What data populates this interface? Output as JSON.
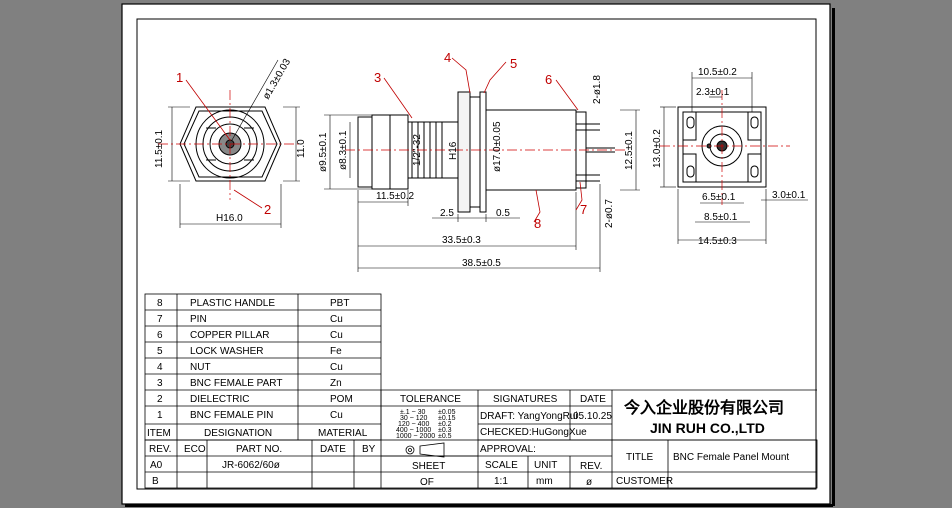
{
  "callouts": [
    {
      "num": "1"
    },
    {
      "num": "2"
    },
    {
      "num": "3"
    },
    {
      "num": "4"
    },
    {
      "num": "5"
    },
    {
      "num": "6"
    },
    {
      "num": "7"
    },
    {
      "num": "8"
    }
  ],
  "dims": {
    "d13": "ø1.3±0.03",
    "h115_left": "11.5±0.1",
    "h16_left": "H16.0",
    "d11": "11.0",
    "d95": "ø9.5±0.1",
    "d83": "ø8.3±0.1",
    "thread": "1/2\"-32",
    "h16_side": "H16",
    "d17": "ø17.0±0.05",
    "d115": "11.5±0.2",
    "d25": "2.5",
    "d05": "0.5",
    "d335": "33.5±0.3",
    "d385": "38.5±0.5",
    "pin18": "2-ø1.8",
    "pin07": "2-ø0.7",
    "d125": "12.5±0.1",
    "d105": "10.5±0.2",
    "d23": "2.3±0.1",
    "d130": "13.0±0.2",
    "d65": "6.5±0.1",
    "d85": "8.5±0.1",
    "d30": "3.0±0.1",
    "d145": "14.5±0.3"
  },
  "bom": {
    "rows": [
      {
        "item": "8",
        "desc": "PLASTIC HANDLE",
        "mat": "PBT"
      },
      {
        "item": "7",
        "desc": "PIN",
        "mat": "Cu"
      },
      {
        "item": "6",
        "desc": "COPPER PILLAR",
        "mat": "Cu"
      },
      {
        "item": "5",
        "desc": "LOCK WASHER",
        "mat": "Fe"
      },
      {
        "item": "4",
        "desc": "NUT",
        "mat": "Cu"
      },
      {
        "item": "3",
        "desc": "BNC FEMALE PART",
        "mat": "Zn"
      },
      {
        "item": "2",
        "desc": "DIELECTRIC",
        "mat": "POM"
      },
      {
        "item": "1",
        "desc": "BNC FEMALE PIN",
        "mat": "Cu"
      }
    ],
    "hdr_item": "ITEM",
    "hdr_desc": "DESIGNATION",
    "hdr_mat": "MATERIAL"
  },
  "title_block": {
    "tolerance": "TOLERANCE",
    "signatures": "SIGNATURES",
    "date_label": "DATE",
    "draft": "DRAFT: YangYongRui",
    "date_value": "05.10.25",
    "checked": "CHECKED:HuGongXue",
    "approval": "APPROVAL:",
    "company_cn": "今入企业股份有限公司",
    "company_en": "JIN RUH CO.,LTD",
    "title_label": "TITLE",
    "title_value": "BNC Female Panel Mount",
    "customer_label": "CUSTOMER",
    "sheet_label": "SHEET",
    "sheet_value": "OF",
    "scale_label": "SCALE",
    "scale_value": "1:1",
    "unit_label": "UNIT",
    "unit_value": "mm",
    "rev_label": "REV.",
    "rev_value": "ø",
    "rev_hdr": "REV.",
    "eco_hdr": "ECO",
    "partno_hdr": "PART NO.",
    "date_hdr": "DATE",
    "by_hdr": "BY",
    "rev_a": "A0",
    "rev_b": "B",
    "part_no": "JR-6062/60ø"
  },
  "colors": {
    "paper": "#ffffff",
    "background": "#808080",
    "callout": "#c00000",
    "centerline": "#d00000"
  }
}
